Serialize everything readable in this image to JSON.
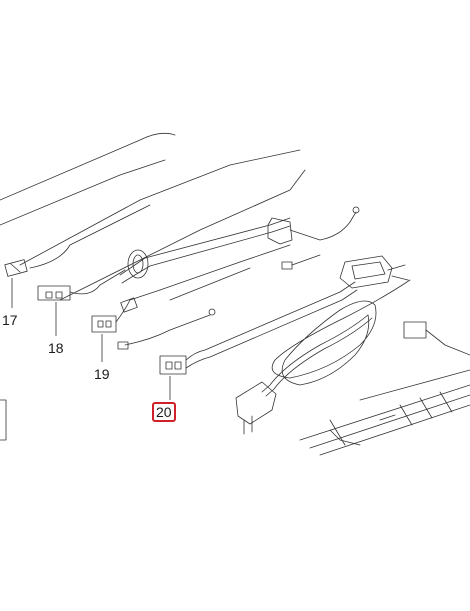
{
  "diagram": {
    "part_labels": [
      {
        "id": "17",
        "text": "17"
      },
      {
        "id": "18",
        "text": "18"
      },
      {
        "id": "19",
        "text": "19"
      },
      {
        "id": "20",
        "text": "20",
        "highlighted": true
      }
    ],
    "highlight_color": "#d0202a",
    "line_color": "#333333"
  }
}
